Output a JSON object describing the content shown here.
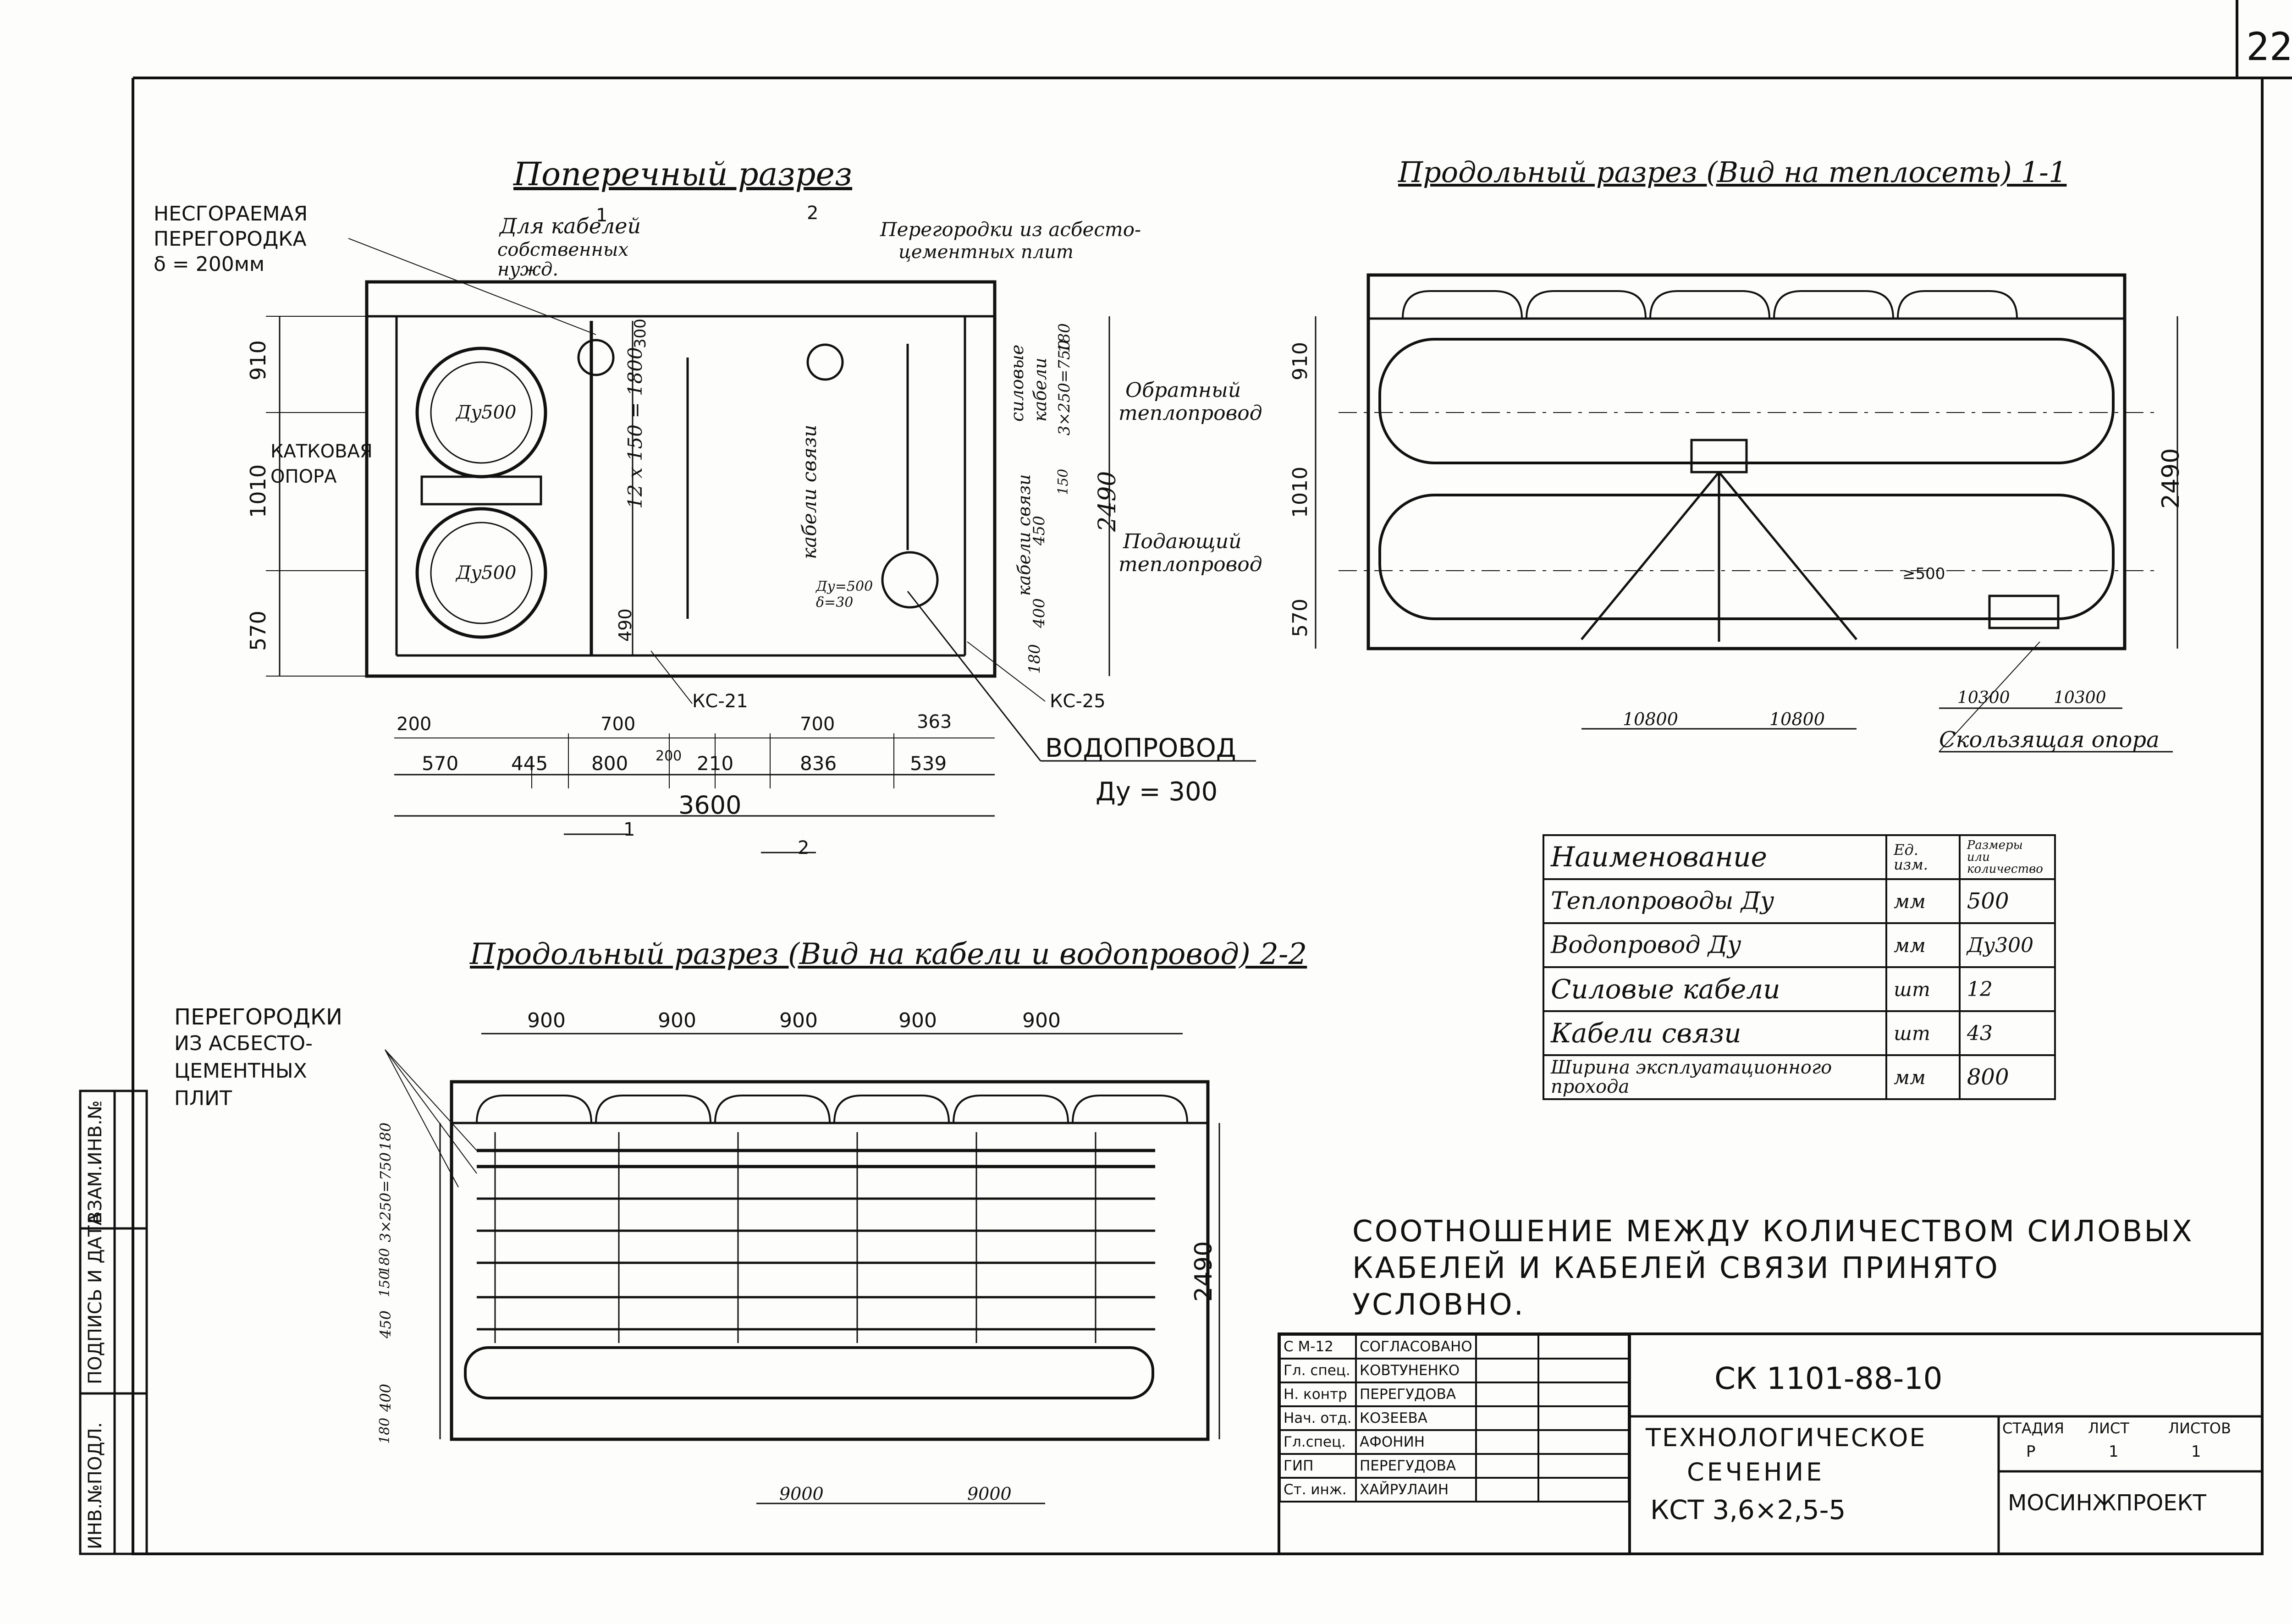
{
  "sheet_number": "22",
  "cross_section": {
    "title": "Поперечный разрез",
    "fire_partition": [
      "НЕСГОРАЕМАЯ",
      "ПЕРЕГОРОДКА",
      "δ = 200мм"
    ],
    "cables_note": [
      "Для кабелей",
      "собственных",
      "нужд."
    ],
    "asbestos_note": [
      "Перегородки из асбесто-",
      "цементных плит"
    ],
    "roller_support": [
      "КАТКОВАЯ",
      "ОПОРА"
    ],
    "pipe_upper": "Дy500",
    "pipe_lower": "Дy500",
    "vertical_spacing": "12 x 150 = 1800",
    "comm_cables_label": "кабели связи",
    "power_cables_label": [
      "силовые",
      "кабели"
    ],
    "comm_cables_right": "кабели связи",
    "small_note": [
      "Ду=500",
      "δ=30"
    ],
    "kc21": "КС-21",
    "kc25": "КС-25",
    "water_pipe": [
      "ВОДОПРОВОД",
      "Ду = 300"
    ],
    "left_dims": [
      "910",
      "1010",
      "570"
    ],
    "inner_dims": [
      "300",
      "490"
    ],
    "right_dims": [
      "3×250=750",
      "180",
      "150",
      "450",
      "400",
      "180"
    ],
    "overall_height": "2490",
    "dims_row1": [
      "200",
      "700",
      "700",
      "363"
    ],
    "dims_row2": [
      "570",
      "445",
      "800",
      "200",
      "210",
      "836",
      "539"
    ],
    "overall_width": "3600",
    "section_marks": [
      "1",
      "2",
      "1",
      "2"
    ]
  },
  "long_section_11": {
    "title": "Продольный разрез (Вид на теплосеть) 1-1",
    "return_pipe": [
      "Обратный",
      "теплопровод"
    ],
    "supply_pipe": [
      "Подающий",
      "теплопровод"
    ],
    "dims_left": [
      "910",
      "1010",
      "570"
    ],
    "overall_height": "2490",
    "note_500": "≥500",
    "bottom_dims": [
      "10800",
      "10800"
    ],
    "sliding_dims": [
      "10300",
      "10300"
    ],
    "sliding_support": "Скользящая опора"
  },
  "spec_table": {
    "headers": [
      "Наименование",
      "Ед. изм.",
      "Размеры или количество"
    ],
    "rows": [
      [
        "Теплопроводы Ду",
        "мм",
        "500"
      ],
      [
        "Водопровод Ду",
        "мм",
        "Ду300"
      ],
      [
        "Силовые кабели",
        "шт",
        "12"
      ],
      [
        "Кабели связи",
        "шт",
        "43"
      ],
      [
        "Ширина эксплуатационного прохода",
        "мм",
        "800"
      ]
    ]
  },
  "long_section_22": {
    "title": "Продольный разрез (Вид на кабели и водопровод) 2-2",
    "partitions_note": [
      "ПЕРЕГОРОДКИ",
      "ИЗ АСБЕСТО-",
      "ЦЕМЕНТНЫХ",
      "ПЛИТ"
    ],
    "top_dims": [
      "900",
      "900",
      "900",
      "900",
      "900"
    ],
    "left_dims": [
      "180",
      "3×250=750",
      "180",
      "150",
      "450",
      "400",
      "180"
    ],
    "overall_height": "2490",
    "bottom_dims": [
      "9000",
      "9000"
    ]
  },
  "note": [
    "СООТНОШЕНИЕ МЕЖДУ КОЛИЧЕСТВОМ СИЛОВЫХ",
    "КАБЕЛЕЙ И КАБЕЛЕЙ СВЯЗИ ПРИНЯТО",
    "УСЛОВНО."
  ],
  "side_stamp": [
    "ИНВ.№ПОДЛ.",
    "ПОДПИСЬ И ДАТА",
    "ВЗАМ.ИНВ.№"
  ],
  "title_block": {
    "code": "СК 1101-88-10",
    "title": [
      "ТЕХНОЛОГИЧЕСКОЕ",
      "СЕЧЕНИЕ",
      "КСТ 3,6×2,5-5"
    ],
    "stage_label": "СТАДИЯ",
    "sheet_label": "ЛИСТ",
    "sheets_label": "ЛИСТОВ",
    "stage": "Р",
    "sheet": "1",
    "sheets": "1",
    "org": "МОСИНЖПРОЕКТ",
    "roles": [
      "С М-12",
      "Гл. спец.",
      "Н. контр",
      "Нач. отд.",
      "Гл.спец.",
      "ГИП",
      "Ст. инж."
    ],
    "names": [
      "СОГЛАСОВАНО",
      "КОВТУНЕНКО",
      "ПЕРЕГУДОВА",
      "КОЗЕЕВА",
      "АФОНИН",
      "ПЕРЕГУДОВА",
      "ХАЙРУЛАИН"
    ]
  }
}
